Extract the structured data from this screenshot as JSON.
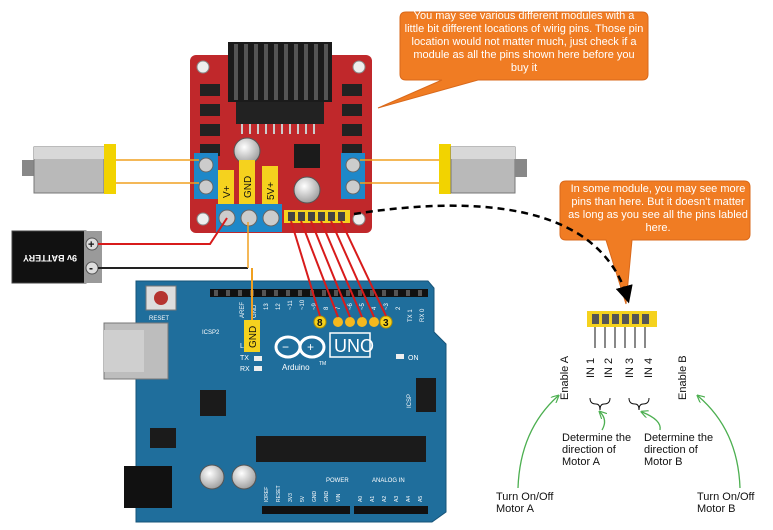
{
  "callouts": {
    "top": "You may see various different modules with a little bit different locations of wirig pins. Those pin location would not matter much, just check if a module as all the pins shown here before you buy it",
    "right": "In some module, you may see more pins than here. But it doesn't matter as long as you see all the pins labled here."
  },
  "module": {
    "terminals": [
      "V+",
      "GND",
      "5V+"
    ]
  },
  "battery": {
    "label": "9v BATTERY",
    "plus": "+",
    "minus": "-"
  },
  "arduino": {
    "reset": "RESET",
    "icsp2": "ICSP2",
    "brand": "Arduino",
    "tm": "TM",
    "model": "UNO",
    "on": "ON",
    "tx": "TX",
    "rx": "RX",
    "l": "L",
    "icsp": "ICSP",
    "gnd_tag": "GND",
    "pin_8": "8",
    "pin_3": "3",
    "power": "POWER",
    "analog_in": "ANALOG IN",
    "digital_header": [
      "AREF",
      "GND",
      "13",
      "12",
      "~11",
      "~10",
      "~9",
      "8",
      "7",
      "~6",
      "~5",
      "4",
      "~3",
      "2",
      "TX 1",
      "RX 0"
    ],
    "power_header": [
      "IOREF",
      "RESET",
      "3V3",
      "5V",
      "GND",
      "GND",
      "VIN"
    ],
    "analog_header": [
      "A0",
      "A1",
      "A2",
      "A3",
      "A4",
      "A5"
    ]
  },
  "pins": [
    "Enable A",
    "IN 1",
    "IN 2",
    "IN 3",
    "IN 4",
    "Enable B"
  ],
  "notes": {
    "dir_a": "Determine the direction of Motor A",
    "dir_b": "Determine the direction of Motor B",
    "onoff_a": "Turn On/Off Motor A",
    "onoff_b": "Turn On/Off Motor B"
  },
  "colors": {
    "callout": "#f07c23",
    "board": "#1f6e9c",
    "module": "#c0282b",
    "pin_highlight": "#f5d21e",
    "wire_red": "#d81b1b",
    "wire_orange": "#f0a020",
    "arrow_green": "#4caf50"
  }
}
